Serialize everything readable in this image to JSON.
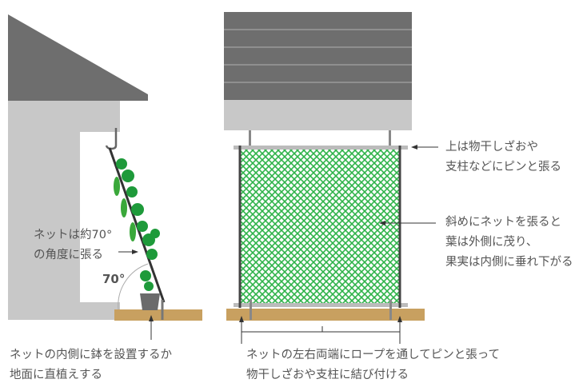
{
  "colors": {
    "roof": "#6e6e6e",
    "wall": "#c8c8c8",
    "net": "#2fb34a",
    "leaf": "#1e9a3a",
    "ground": "#c8a060",
    "text": "#555555"
  },
  "labels": {
    "angle_note": [
      "ネットは約70°",
      "の角度に張る"
    ],
    "angle_value": "70°",
    "pot_note": [
      "ネットの内側に鉢を設置するか",
      "地面に直植えする"
    ],
    "top_note": [
      "上は物干しざおや",
      "支柱などにピンと張る"
    ],
    "diagonal_note": [
      "斜めにネットを張ると",
      "葉は外側に茂り、",
      "果実は内側に垂れ下がる"
    ],
    "rope_note": [
      "ネットの左右両端にロープを通してピンと張って",
      "物干しざおや支柱に結び付ける"
    ]
  }
}
